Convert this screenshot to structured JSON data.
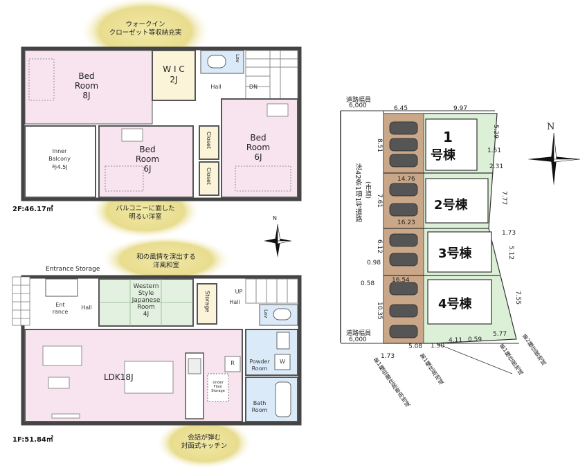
{
  "floor2": {
    "callout_top_line1": "ウォークイン",
    "callout_top_line2": "クローゼット等収納充実",
    "bedroom8_label": "Bed",
    "bedroom8_label2": "Room",
    "bedroom8_size": "8J",
    "wic_label": "W I C",
    "wic_size": "2J",
    "lav_label": "Lav",
    "hall_label": "Hall",
    "dn_label": "DN",
    "inner_balcony_label1": "Inner",
    "inner_balcony_label2": "Balcony",
    "inner_balcony_size": "与4.5J",
    "bedroom6a_label": "Bed",
    "bedroom6a_label2": "Room",
    "bedroom6a_size": "6J",
    "closet_label_a": "Closet",
    "closet_label_b": "Closet",
    "bedroom6b_label": "Bed",
    "bedroom6b_label2": "Room",
    "bedroom6b_size": "6J",
    "area": "2F:46.17㎡",
    "callout_bottom_line1": "バルコニーに面した",
    "callout_bottom_line2": "明るい洋室"
  },
  "floor1": {
    "callout_top_line1": "和の風情を演出する",
    "callout_top_line2": "洋風和室",
    "entrance_storage": "Entrance Storage",
    "ent_label1": "Ent",
    "ent_label2": "rance",
    "hall_label": "Hall",
    "western_label1": "Western",
    "western_label2": "Style",
    "western_label3": "Japanese",
    "western_label4": "Room",
    "western_size": "4J",
    "storage_label": "Storage",
    "up_label": "UP",
    "hall2_label": "Hall",
    "lav_label": "Lav",
    "ldk_label": "LDK18J",
    "refrigerator_label": "R",
    "underfloor_label1": "Under",
    "underfloor_label2": "Floor",
    "underfloor_label3": "Storage",
    "powder_label1": "Powder",
    "powder_label2": "Room",
    "washer_label": "W",
    "bath_label1": "Bath",
    "bath_label2": "Room",
    "area": "1F:51.84㎡",
    "callout_bottom_line1": "会話が弾む",
    "callout_bottom_line2": "対面式キッチン"
  },
  "site": {
    "north_label": "N",
    "road_top_label": "道路幅員",
    "road_top_width": "6,000",
    "road_bottom_label": "道路幅員",
    "road_bottom_width": "6,000",
    "road_side_label": "法42条1項1号道路",
    "road_side_sub": "(市道)",
    "building1_num": "1",
    "building1_suffix": "号棟",
    "building2": "2号棟",
    "building3": "3号棟",
    "building4": "4号棟",
    "dims": {
      "d645": "6.45",
      "d997": "9.97",
      "d529": "5.29",
      "d851": "8.51",
      "d151": "1.51",
      "d231": "2.31",
      "d1476": "14.76",
      "d761": "7.61",
      "d777": "7.77",
      "d1623": "16.23",
      "d173a": "1.73",
      "d612": "6.12",
      "d512": "5.12",
      "d098": "0.98",
      "d058": "0.58",
      "d1654": "16.54",
      "d1035": "10.35",
      "d755": "7.55",
      "d173b": "1.73",
      "d508": "5.08",
      "d190": "1.90",
      "d411": "4.11",
      "d059": "0.59",
      "d577": "5.77"
    },
    "zone1": "第1種低層住居専用地域",
    "zone2": "第1種住居地域",
    "zone3": "第1種住居地域",
    "zone4": "第2種住居地域"
  },
  "colors": {
    "bedroom_pink": "#f7e4ee",
    "japanese_green": "#e3f1e0",
    "wet_blue": "#dbeaf8",
    "balcony_white": "#ffffff",
    "callout_yellow": "#e9dc86",
    "parking_brown": "#c9a788",
    "garden_green": "#dcefd7"
  }
}
